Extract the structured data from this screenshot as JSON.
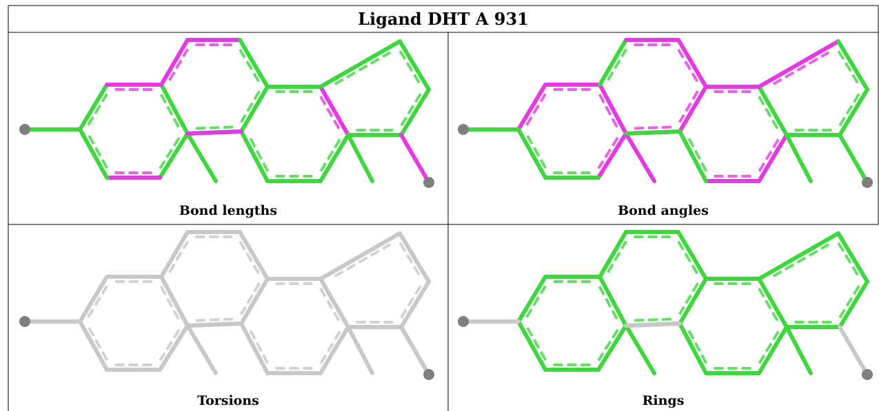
{
  "title": "Ligand DHT A 931",
  "colors": {
    "flagged": "#e33ae3",
    "ok": "#3fd63f",
    "neutral": "#c8c8c8",
    "atom": "#7f7f7f"
  },
  "panels": [
    {
      "caption": "Bond lengths",
      "bond_colors": [
        "ok",
        "flagged",
        "ok",
        "ok",
        "flagged",
        "ok",
        "flagged",
        "flagged",
        "ok",
        "ok",
        "ok",
        "ok",
        "flagged",
        "ok",
        "ok",
        "ok",
        "ok",
        "ok",
        "ok",
        "ok",
        "ok",
        "ok",
        "flagged",
        "ok",
        "flagged"
      ]
    },
    {
      "caption": "Bond angles",
      "bond_colors": [
        "flagged",
        "flagged",
        "flagged",
        "flagged",
        "ok",
        "ok",
        "ok",
        "flagged",
        "flagged",
        "flagged",
        "flagged",
        "flagged",
        "ok",
        "flagged",
        "flagged",
        "ok",
        "flagged",
        "ok",
        "ok",
        "ok",
        "ok",
        "flagged",
        "ok",
        "ok",
        "ok"
      ]
    },
    {
      "caption": "Torsions",
      "bond_colors": [
        "neutral",
        "neutral",
        "neutral",
        "neutral",
        "neutral",
        "neutral",
        "neutral",
        "neutral",
        "neutral",
        "neutral",
        "neutral",
        "neutral",
        "neutral",
        "neutral",
        "neutral",
        "neutral",
        "neutral",
        "neutral",
        "neutral",
        "neutral",
        "neutral",
        "neutral",
        "neutral",
        "neutral",
        "neutral"
      ]
    },
    {
      "caption": "Rings",
      "bond_colors": [
        "ok",
        "ok",
        "ok",
        "ok",
        "ok",
        "ok",
        "ok",
        "ok",
        "ok",
        "ok",
        "ok",
        "ok",
        "ok",
        "ok",
        "ok",
        "ok",
        "ok",
        "ok",
        "ok",
        "ok",
        "ok",
        "ok",
        "neutral",
        "neutral",
        "neutral"
      ]
    }
  ]
}
